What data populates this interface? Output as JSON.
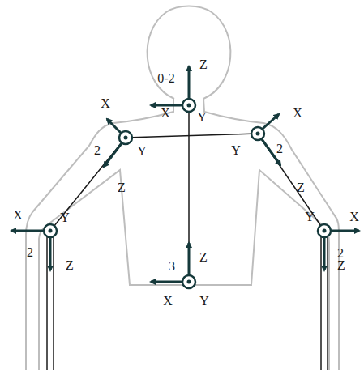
{
  "diagram": {
    "labels": [
      "Z",
      "0-2",
      "X",
      "Y",
      "X",
      "2",
      "Y",
      "Z",
      "X",
      "Y",
      "2",
      "Z",
      "X",
      "Y",
      "2",
      "Z",
      "X",
      "Y",
      "2",
      "Z",
      "Z",
      "3",
      "X",
      "Y"
    ]
  }
}
